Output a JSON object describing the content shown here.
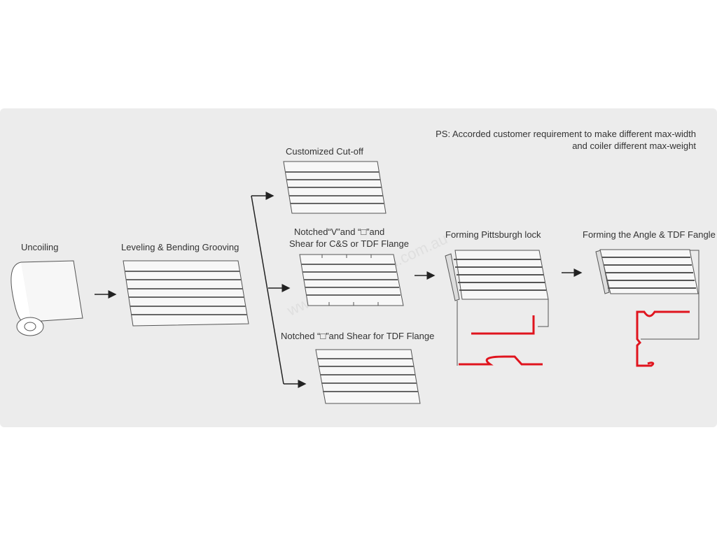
{
  "note": {
    "line1": "PS: Accorded customer requirement to make different max-width",
    "line2": "and coiler different max-weight"
  },
  "steps": {
    "uncoiling": "Uncoiling",
    "leveling": "Leveling & Bending Grooving",
    "cutoff": "Customized Cut-off",
    "notched_v_1": "Notched“V”and “□”and",
    "notched_v_2": "Shear for C&S or TDF Flange",
    "notched_sq": "Notched “□”and Shear for TDF Flange",
    "pittsburgh": "Forming Pittsburgh lock",
    "angle": "Forming the Angle & TDF Fangle"
  },
  "watermark": "www.machines4u.com.au",
  "colors": {
    "profile": "#e0141e",
    "line": "#333333",
    "panel": "#ececec"
  }
}
